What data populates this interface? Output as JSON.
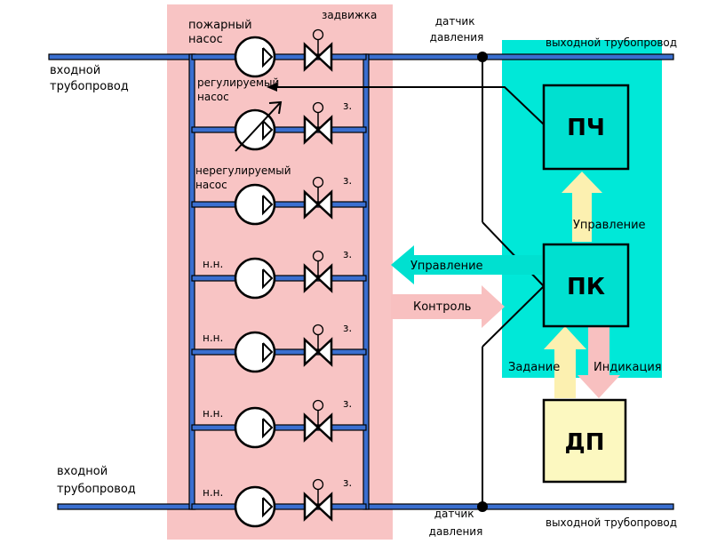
{
  "labels": {
    "fire_pump": [
      "пожарный",
      "насос"
    ],
    "gate_valve": "задвижка",
    "pressure_sensor_top": [
      "датчик",
      "давления"
    ],
    "pressure_sensor_bottom": [
      "датчик",
      "давления"
    ],
    "outlet_pipe_top": "выходной трубопровод",
    "outlet_pipe_bottom": "выходной трубопровод",
    "inlet_pipe_top": [
      "входной",
      "трубопровод"
    ],
    "inlet_pipe_bottom": [
      "входной",
      "трубопровод"
    ],
    "regulated_pump": [
      "регулируемый",
      "насос"
    ],
    "unregulated_pump": [
      "нерегулируемый",
      "насос"
    ],
    "pump_abbr": "н.н.",
    "valve_abbr": "з."
  },
  "blocks": {
    "frequency_converter": "ПЧ",
    "controller": "ПК",
    "remote_panel": "ДП"
  },
  "arrows": {
    "control_to_pumps": "Управление",
    "monitoring": "Контроль",
    "control_to_fc": "Управление",
    "setpoint": "Задание",
    "indication": "Индикация"
  },
  "colors": {
    "pump_zone": "#f8c4c4",
    "control_zone": "#00e8d8",
    "pipe": "#3a6fd0",
    "arrow_control": "#00e0d0",
    "arrow_monitoring": "#f8c0c0",
    "arrow_setpoint": "#fcf0b0",
    "panel": "#fcf8c0"
  }
}
